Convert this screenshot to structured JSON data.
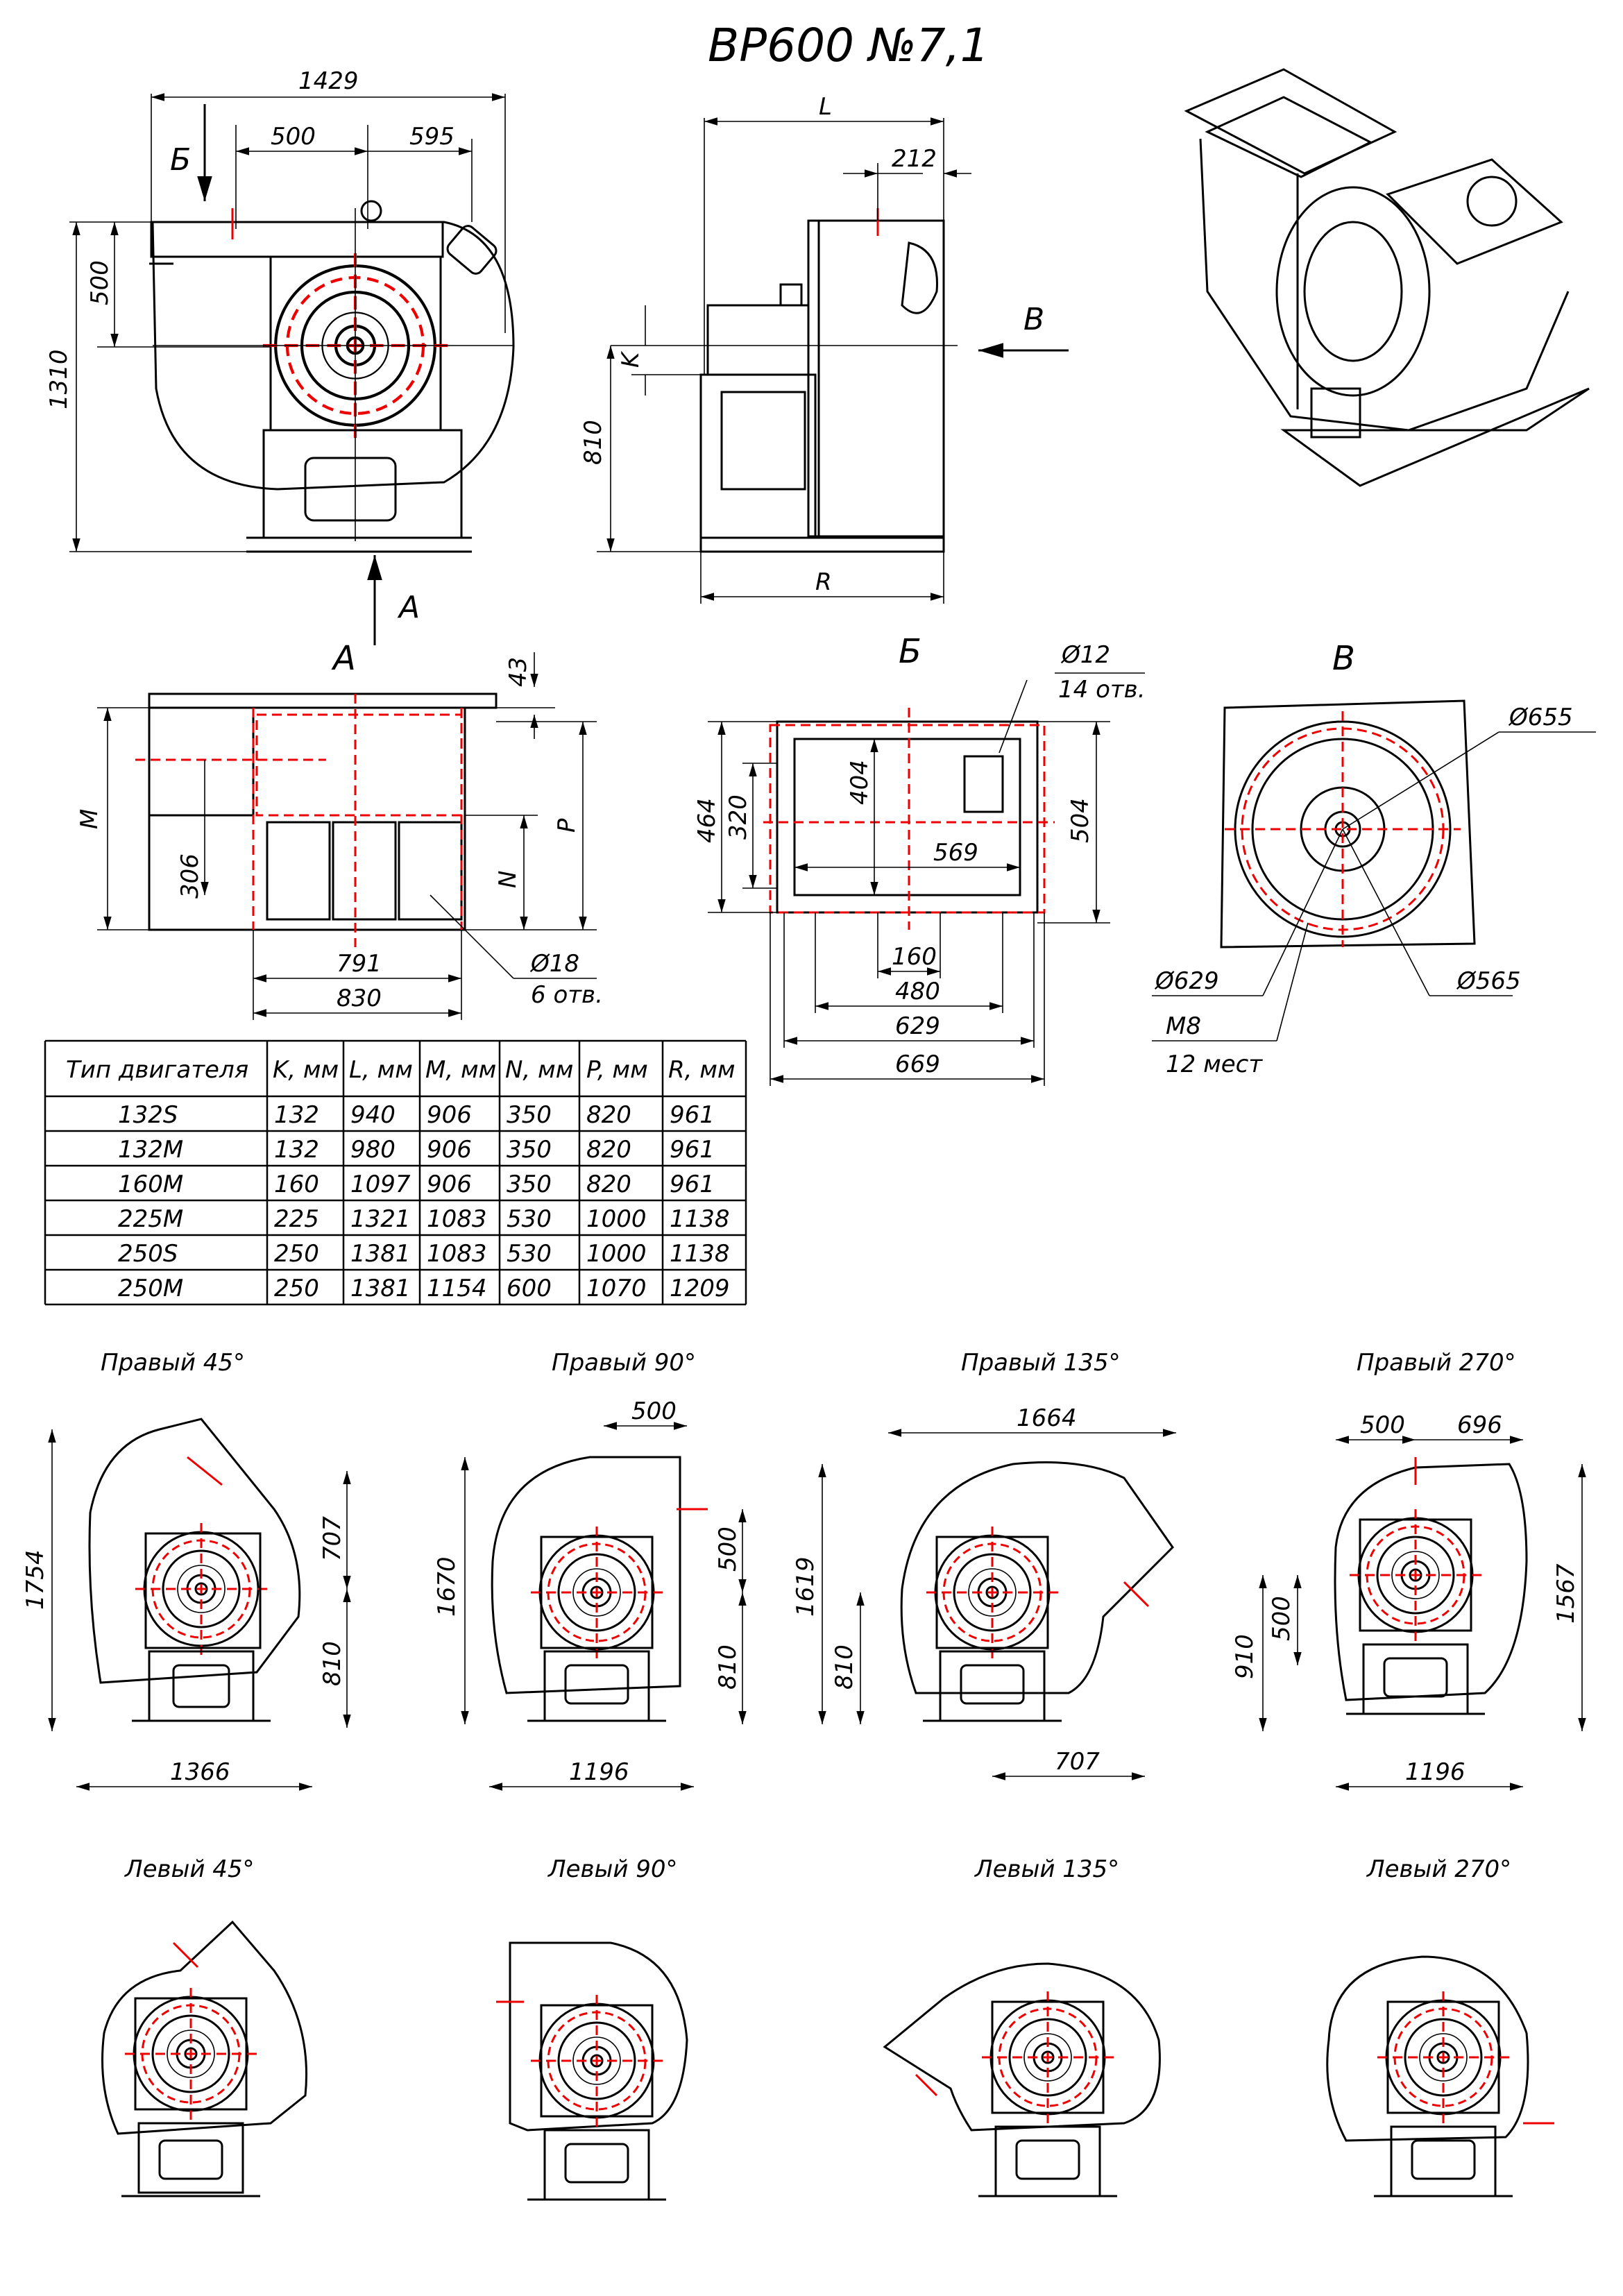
{
  "title": "ВР600 №7,1",
  "views": {
    "front": {
      "dims": [
        "1429",
        "500",
        "595",
        "1310",
        "500"
      ],
      "arrow_b": "Б",
      "arrow_a": "А"
    },
    "side": {
      "dims": [
        "L",
        "212",
        "K",
        "810",
        "R"
      ],
      "arrow_v": "В"
    },
    "view_a": {
      "label": "А",
      "dims": [
        "43",
        "M",
        "P",
        "N",
        "306",
        "791",
        "830"
      ],
      "holes": "Ø18",
      "holes_count": "6 отв."
    },
    "view_b": {
      "label": "Б",
      "holes": "Ø12",
      "holes_count": "14 отв.",
      "dims": [
        "404",
        "464",
        "320",
        "504",
        "569",
        "160",
        "480",
        "629",
        "669"
      ]
    },
    "view_v": {
      "label": "В",
      "d655": "Ø655",
      "d629": "Ø629",
      "d565": "Ø565",
      "bolt": "M8",
      "bolt_count": "12 мест"
    }
  },
  "table": {
    "headers": [
      "Тип двигателя",
      "K, мм",
      "L, мм",
      "M, мм",
      "N, мм",
      "P, мм",
      "R, мм"
    ],
    "rows": [
      [
        "132S",
        "132",
        "940",
        "906",
        "350",
        "820",
        "961"
      ],
      [
        "132M",
        "132",
        "980",
        "906",
        "350",
        "820",
        "961"
      ],
      [
        "160M",
        "160",
        "1097",
        "906",
        "350",
        "820",
        "961"
      ],
      [
        "225M",
        "225",
        "1321",
        "1083",
        "530",
        "1000",
        "1138"
      ],
      [
        "250S",
        "250",
        "1381",
        "1083",
        "530",
        "1000",
        "1138"
      ],
      [
        "250M",
        "250",
        "1381",
        "1154",
        "600",
        "1070",
        "1209"
      ]
    ]
  },
  "positions": {
    "right45": {
      "label": "Правый 45°",
      "dims": [
        "1754",
        "707",
        "810",
        "1366"
      ]
    },
    "right90": {
      "label": "Правый 90°",
      "dims": [
        "500",
        "1670",
        "500",
        "810",
        "1196"
      ]
    },
    "right135": {
      "label": "Правый 135°",
      "dims": [
        "1664",
        "1619",
        "810",
        "707"
      ]
    },
    "right270": {
      "label": "Правый 270°",
      "dims": [
        "500",
        "696",
        "910",
        "500",
        "1567",
        "1196"
      ]
    },
    "left45": {
      "label": "Левый 45°"
    },
    "left90": {
      "label": "Левый 90°"
    },
    "left135": {
      "label": "Левый 135°"
    },
    "left270": {
      "label": "Левый 270°"
    }
  }
}
